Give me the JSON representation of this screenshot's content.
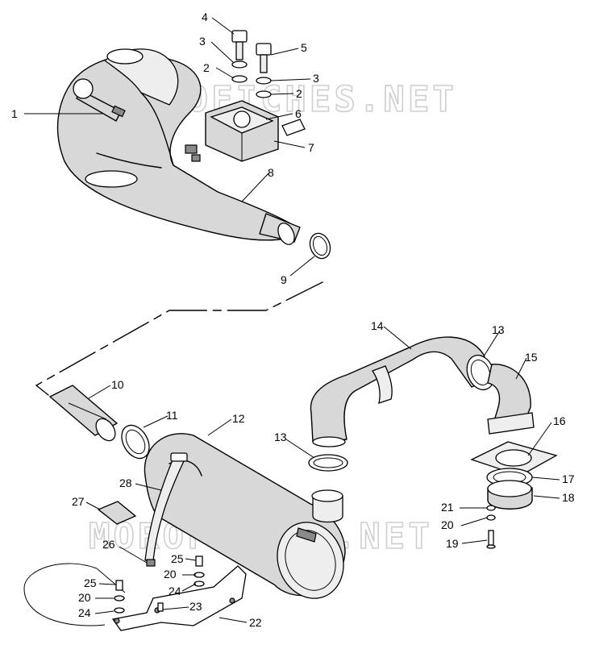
{
  "watermark": "MOROFICHES.NET",
  "callouts": [
    "1",
    "2",
    "3",
    "4",
    "5",
    "3",
    "2",
    "6",
    "7",
    "8",
    "9",
    "10",
    "11",
    "12",
    "13",
    "13",
    "14",
    "15",
    "16",
    "17",
    "18",
    "19",
    "20",
    "21",
    "22",
    "23",
    "24",
    "25",
    "26",
    "27",
    "28",
    "20",
    "24",
    "25"
  ]
}
